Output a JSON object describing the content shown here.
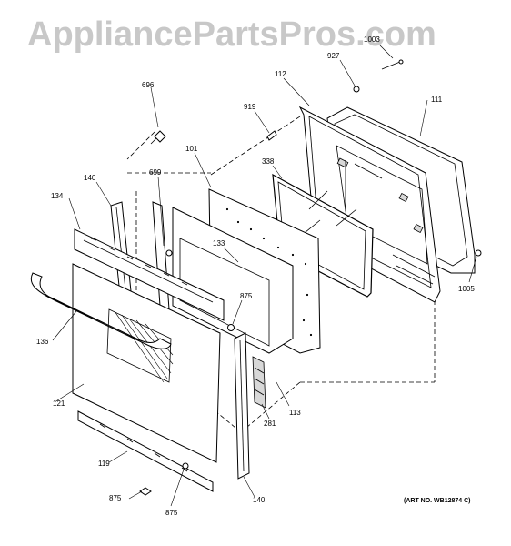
{
  "watermark": "AppliancePartsPros.com",
  "art_number": "(ART NO. WB12874 C)",
  "callouts": {
    "p1003": "1003",
    "p927": "927",
    "p112": "112",
    "p111": "111",
    "p696": "696",
    "p919": "919",
    "p101": "101",
    "p338": "338",
    "p699": "699",
    "p140_top": "140",
    "p134": "134",
    "p133": "133",
    "p1005": "1005",
    "p875_mid": "875",
    "p136": "136",
    "p121": "121",
    "p113": "113",
    "p281": "281",
    "p119": "119",
    "p875_left": "875",
    "p875_bottom": "875",
    "p140_bottom": "140"
  }
}
